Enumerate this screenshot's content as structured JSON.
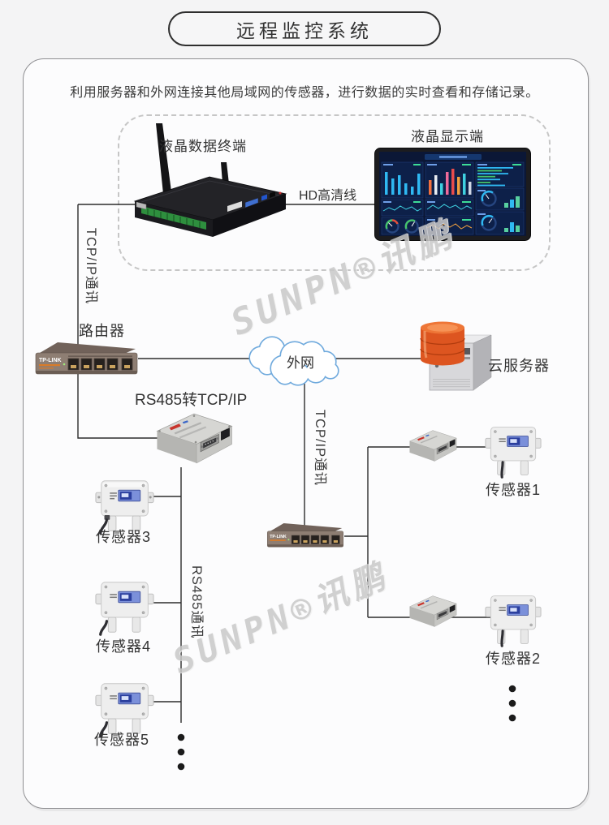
{
  "header": {
    "title": "远程监控系统",
    "description": "利用服务器和外网连接其他局域网的传感器，进行数据的实时查看和存储记录。"
  },
  "watermark": {
    "text": "SUNPN®讯鹏"
  },
  "diagram": {
    "terminal_label": "液晶数据终端",
    "display_label": "液晶显示端",
    "hd_cable_label": "HD高清线",
    "tcpip_left_label": "TCP/IP通讯",
    "tcpip_mid_label": "TCP/IP通讯",
    "rs485_bus_label": "RS485通讯",
    "router_label": "路由器",
    "converter_label": "RS485转TCP/IP",
    "cloud_label": "外网",
    "server_label": "云服务器",
    "router_brand": "TP-LINK",
    "sensors": {
      "s1": "传感器1",
      "s2": "传感器2",
      "s3": "传感器3",
      "s4": "传感器4",
      "s5": "传感器5"
    }
  },
  "colors": {
    "line": "#2c2c2c",
    "cloud_stroke": "#70aadd",
    "database_orange": "#dd5520",
    "screen_navy": "#0b1736",
    "router_body": "#8e7e73",
    "lcd_blue": "#7b90da",
    "watermark_gray": "#c9c9c9"
  }
}
